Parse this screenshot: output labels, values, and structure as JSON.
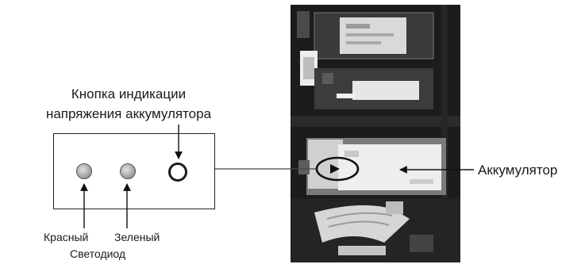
{
  "labels": {
    "voltage_button": [
      "Кнопка индикации",
      "напряжения аккумулятора"
    ],
    "led_red": "Красный",
    "led_green": "Зеленый",
    "led_caption": "Светодиод",
    "battery": "Аккумулятор"
  },
  "colors": {
    "led_fill": "#a9a9a9",
    "outline": "#1c1c1c",
    "photo_dark": "#1c1c1c",
    "photo_light": "#e6e6e6"
  },
  "icons": {
    "pointer_arrow": "arrow-icon",
    "battery_indicator": "play-triangle-icon"
  }
}
